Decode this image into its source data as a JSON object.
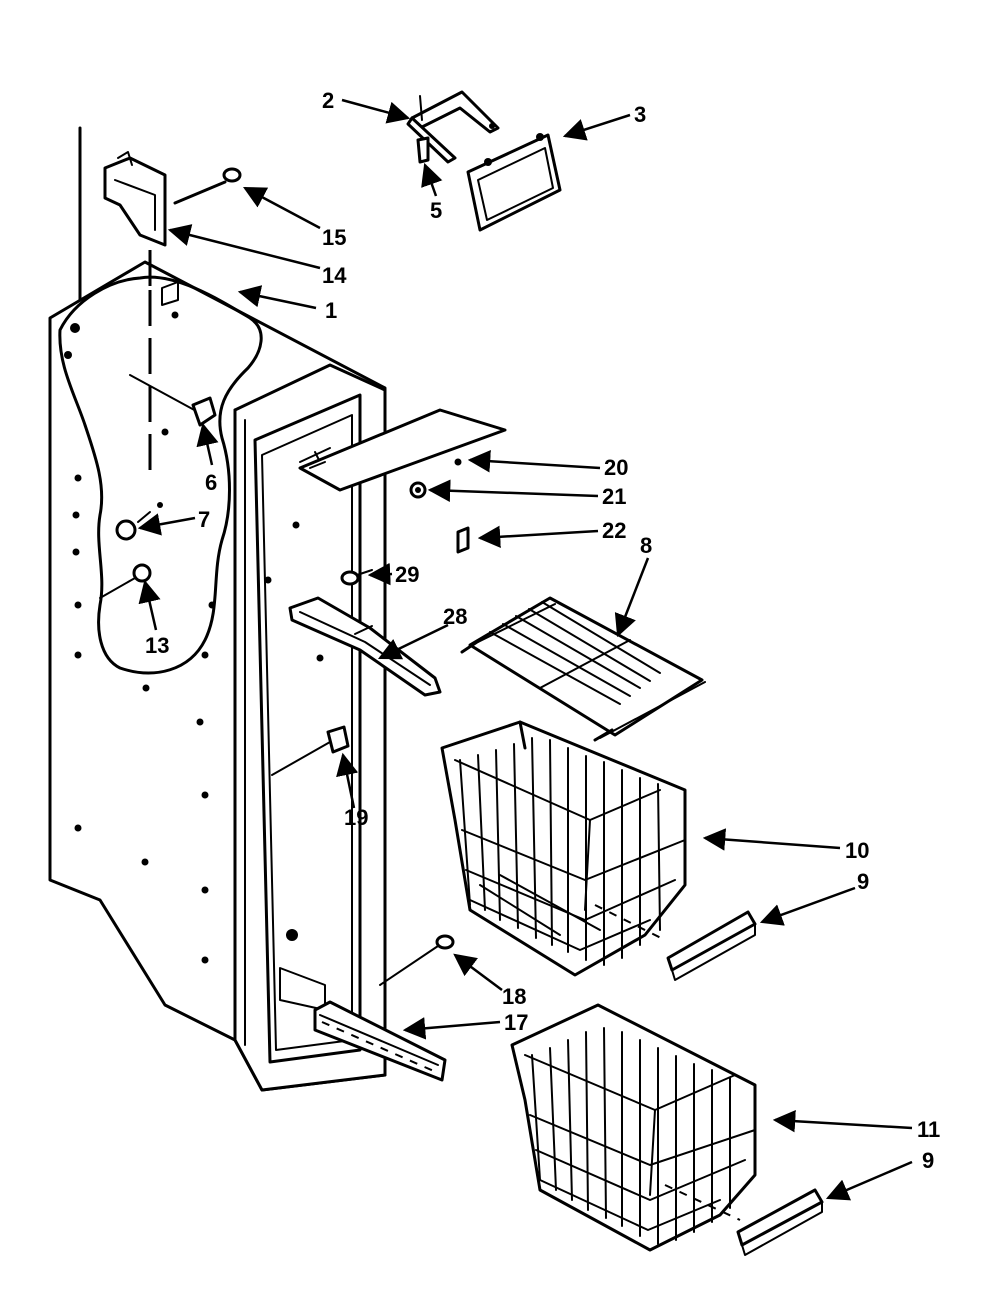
{
  "callouts": [
    {
      "id": "c1",
      "text": "1"
    },
    {
      "id": "c2",
      "text": "2"
    },
    {
      "id": "c3",
      "text": "3"
    },
    {
      "id": "c5",
      "text": "5"
    },
    {
      "id": "c6",
      "text": "6"
    },
    {
      "id": "c7",
      "text": "7"
    },
    {
      "id": "c8",
      "text": "8"
    },
    {
      "id": "c9a",
      "text": "9"
    },
    {
      "id": "c9b",
      "text": "9"
    },
    {
      "id": "c10",
      "text": "10"
    },
    {
      "id": "c11",
      "text": "11"
    },
    {
      "id": "c13",
      "text": "13"
    },
    {
      "id": "c14",
      "text": "14"
    },
    {
      "id": "c15",
      "text": "15"
    },
    {
      "id": "c17",
      "text": "17"
    },
    {
      "id": "c18",
      "text": "18"
    },
    {
      "id": "c19",
      "text": "19"
    },
    {
      "id": "c20",
      "text": "20"
    },
    {
      "id": "c21",
      "text": "21"
    },
    {
      "id": "c22",
      "text": "22"
    },
    {
      "id": "c28",
      "text": "28"
    },
    {
      "id": "c29",
      "text": "29"
    }
  ]
}
